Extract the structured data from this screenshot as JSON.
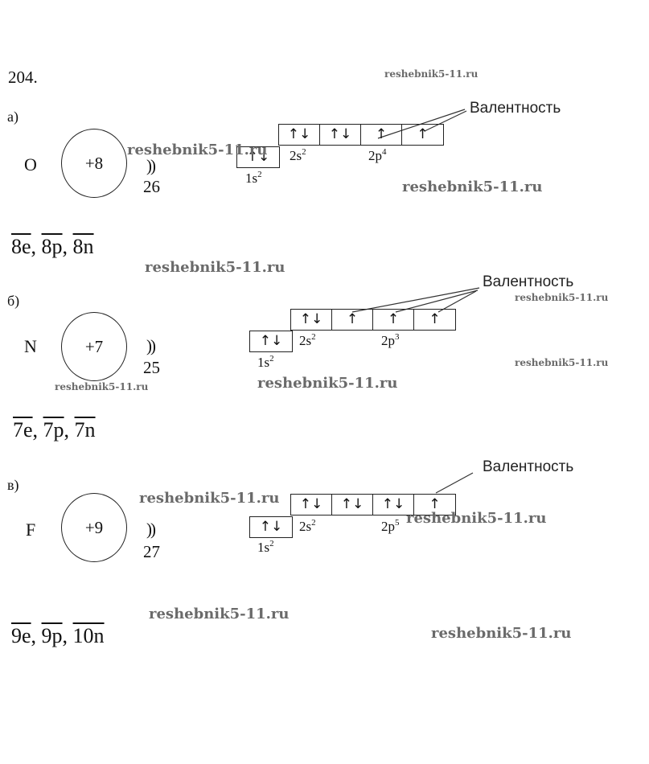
{
  "problem_number": "204.",
  "valence_label": "Валентность",
  "watermark": "reshebnik5-11.ru",
  "sections": [
    {
      "part": "а)",
      "element": "O",
      "charge": "+8",
      "shells": "))",
      "shell_counts": "26",
      "orbital_1s": [
        "↑↓"
      ],
      "orbital_2s2p": [
        "↑↓",
        "↑↓",
        "↑",
        "↑"
      ],
      "label_1s": "1s",
      "label_1s_sup": "2",
      "label_2s": "2s",
      "label_2s_sup": "2",
      "label_2p": "2p",
      "label_2p_sup": "4",
      "counts": {
        "e": "8e",
        "p": "8p",
        "n": "8n"
      }
    },
    {
      "part": "б)",
      "element": "N",
      "charge": "+7",
      "shells": "))",
      "shell_counts": "25",
      "orbital_1s": [
        "↑↓"
      ],
      "orbital_2s2p": [
        "↑↓",
        "↑",
        "↑",
        "↑"
      ],
      "label_1s": "1s",
      "label_1s_sup": "2",
      "label_2s": "2s",
      "label_2s_sup": "2",
      "label_2p": "2p",
      "label_2p_sup": "3",
      "counts": {
        "e": "7e",
        "p": "7p",
        "n": "7n"
      }
    },
    {
      "part": "в)",
      "element": "F",
      "charge": "+9",
      "shells": "))",
      "shell_counts": "27",
      "orbital_1s": [
        "↑↓"
      ],
      "orbital_2s2p": [
        "↑↓",
        "↑↓",
        "↑↓",
        "↑"
      ],
      "label_1s": "1s",
      "label_1s_sup": "2",
      "label_2s": "2s",
      "label_2s_sup": "2",
      "label_2p": "2p",
      "label_2p_sup": "5",
      "counts": {
        "e": "9e",
        "p": "9p",
        "n": "10n"
      }
    }
  ]
}
